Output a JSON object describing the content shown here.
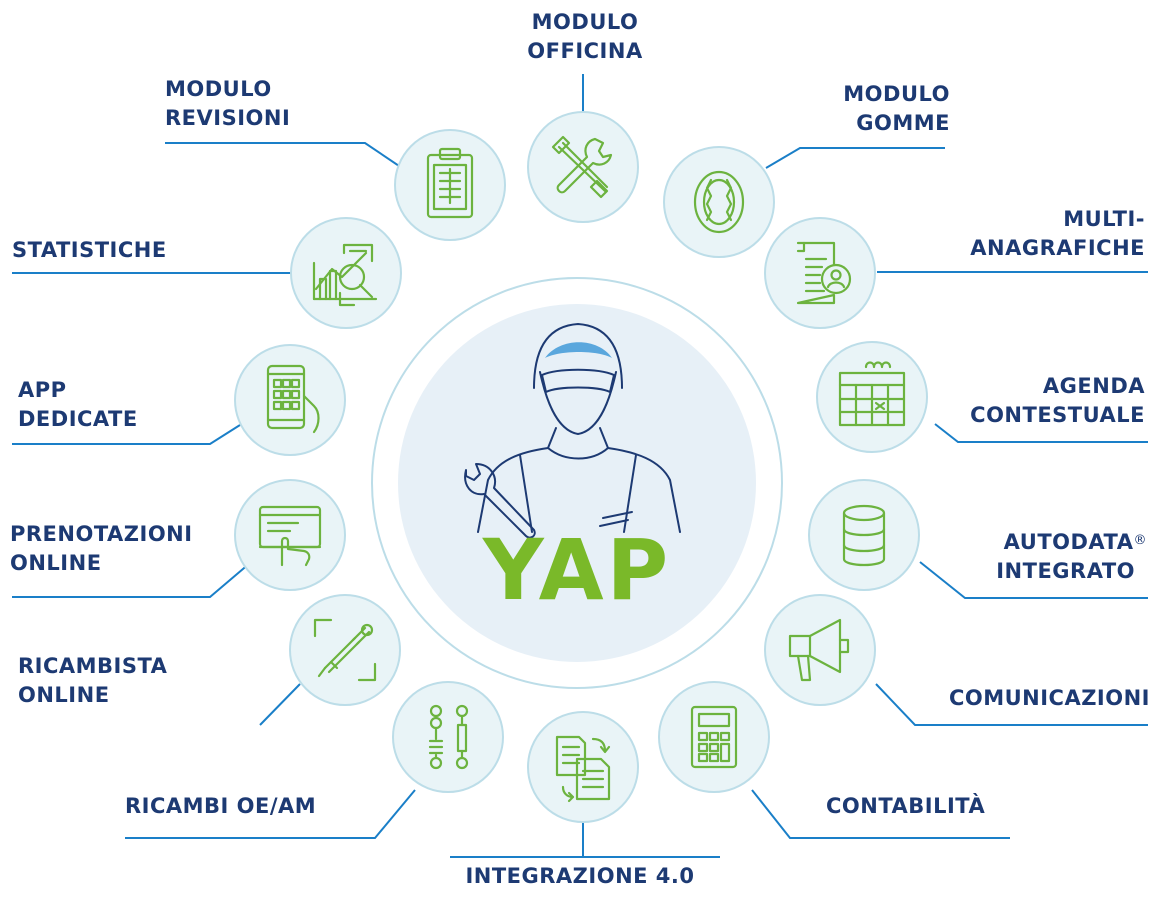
{
  "brand": {
    "name": "YAP"
  },
  "colors": {
    "line": "#1a7fc8",
    "circle_fill": "#e9f4f7",
    "circle_stroke": "#bcdde8",
    "icon": "#6cb33f",
    "text": "#1d3a73",
    "brand": "#7ab929",
    "center_fill": "#e7f0f7"
  },
  "modules": [
    {
      "id": "officina",
      "lines": [
        "MODULO",
        "OFFICINA"
      ],
      "icon": "tools-icon"
    },
    {
      "id": "gomme",
      "lines": [
        "MODULO",
        "GOMME"
      ],
      "icon": "tire-icon"
    },
    {
      "id": "anagrafiche",
      "lines": [
        "MULTI-",
        "ANAGRAFICHE"
      ],
      "icon": "profile-document-icon"
    },
    {
      "id": "agenda",
      "lines": [
        "AGENDA",
        "CONTESTUALE"
      ],
      "icon": "calendar-icon"
    },
    {
      "id": "autodata",
      "lines": [
        "AUTODATA",
        "INTEGRATO"
      ],
      "mark": "®",
      "icon": "database-icon"
    },
    {
      "id": "comunicazioni",
      "lines": [
        "COMUNICAZIONI"
      ],
      "icon": "megaphone-icon"
    },
    {
      "id": "contabilita",
      "lines": [
        "CONTABILITÀ"
      ],
      "icon": "calculator-icon"
    },
    {
      "id": "integrazione",
      "lines": [
        "INTEGRAZIONE 4.0"
      ],
      "icon": "document-exchange-icon"
    },
    {
      "id": "ricambi",
      "lines": [
        "RICAMBI OE/AM"
      ],
      "icon": "suspension-parts-icon"
    },
    {
      "id": "ricambista",
      "lines": [
        "RICAMBISTA",
        "ONLINE"
      ],
      "icon": "spark-plug-icon"
    },
    {
      "id": "prenotazioni",
      "lines": [
        "PRENOTAZIONI",
        "ONLINE"
      ],
      "icon": "touch-screen-icon"
    },
    {
      "id": "app",
      "lines": [
        "APP",
        "DEDICATE"
      ],
      "icon": "smartphone-icon"
    },
    {
      "id": "statistiche",
      "lines": [
        "STATISTICHE"
      ],
      "icon": "statistics-icon"
    },
    {
      "id": "revisioni",
      "lines": [
        "MODULO",
        "REVISIONI"
      ],
      "icon": "clipboard-icon"
    }
  ]
}
